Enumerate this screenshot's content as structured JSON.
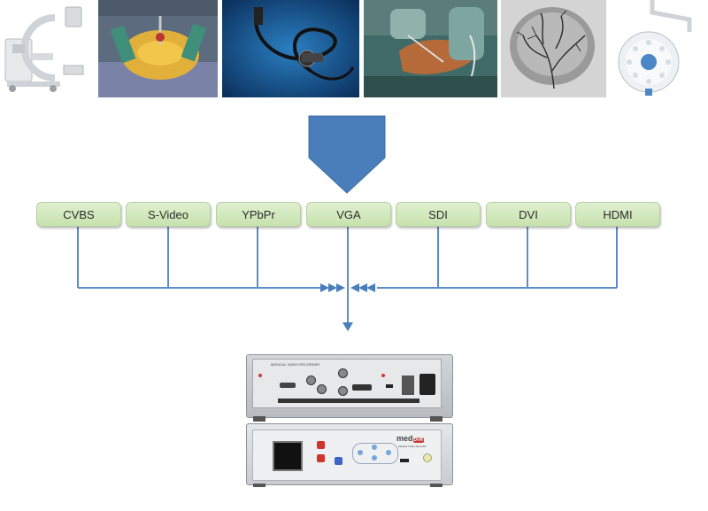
{
  "signals": [
    "CVBS",
    "S-Video",
    "YPbPr",
    "VGA",
    "SDI",
    "DVI",
    "HDMI"
  ],
  "sources": [
    {
      "name": "c-arm-icon"
    },
    {
      "name": "surgery-camera-icon"
    },
    {
      "name": "endoscope-icon"
    },
    {
      "name": "arthroscopy-icon"
    },
    {
      "name": "angiography-icon"
    },
    {
      "name": "surgical-light-icon"
    }
  ],
  "recorder": {
    "title": "MEDICAL VIDEO RECORDER",
    "brand": "med",
    "brand_suffix": "DVR",
    "subtitle": "Medical Video Recorder"
  },
  "colors": {
    "arrow_fill": "#4a7ebb",
    "line": "#5b8ec9",
    "box_fill": "#d6eac3"
  }
}
